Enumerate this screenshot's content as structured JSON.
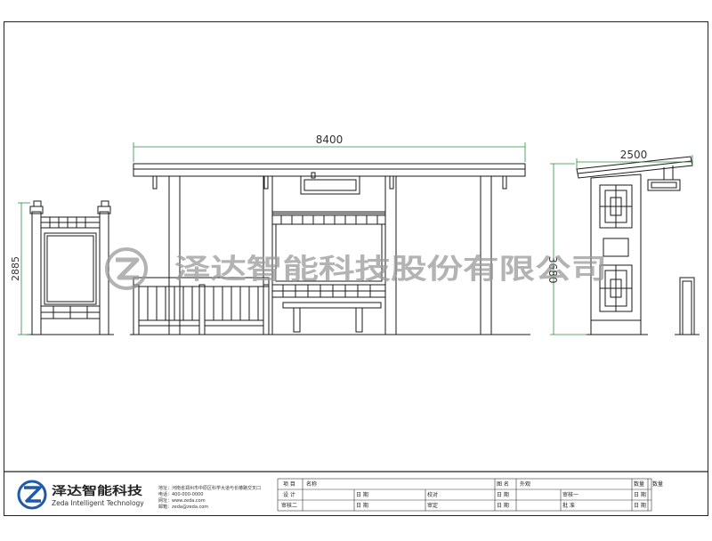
{
  "dimensions": {
    "front_width": "8400",
    "left_height": "2885",
    "side_width": "2500",
    "side_height": "3680"
  },
  "watermark": {
    "text": "泽达智能科技股份有限公司"
  },
  "company": {
    "name_cn": "泽达智能科技",
    "name_en": "Zeda Intelligent Technology",
    "contact_lines": [
      "地址：河南省郑州市中原区科学大道与长椿路交叉口",
      "电话：400-000-0000",
      "网址：www.zeda.com",
      "邮箱：zeda@zeda.com"
    ]
  },
  "title_block": {
    "row1": {
      "col1": "项 目",
      "col2": "名称",
      "col4": "图 名",
      "col5": "外观",
      "col7": "数量",
      "col8": "数量"
    },
    "row2": {
      "col1": "设 计",
      "col3": "日 期",
      "col4": "校对",
      "col5": "日 期",
      "col6": "审核一",
      "col7": "日 期"
    },
    "row3": {
      "col1": "审核二",
      "col3": "日 期",
      "col4": "审定",
      "col5": "日 期",
      "col6": "批 准",
      "col7": "日 期"
    }
  },
  "colors": {
    "line": "#1a1a1a",
    "dimension": "#2e8b3e",
    "watermark": "#9a9a9a",
    "logo_blue": "#1e5aa8"
  }
}
